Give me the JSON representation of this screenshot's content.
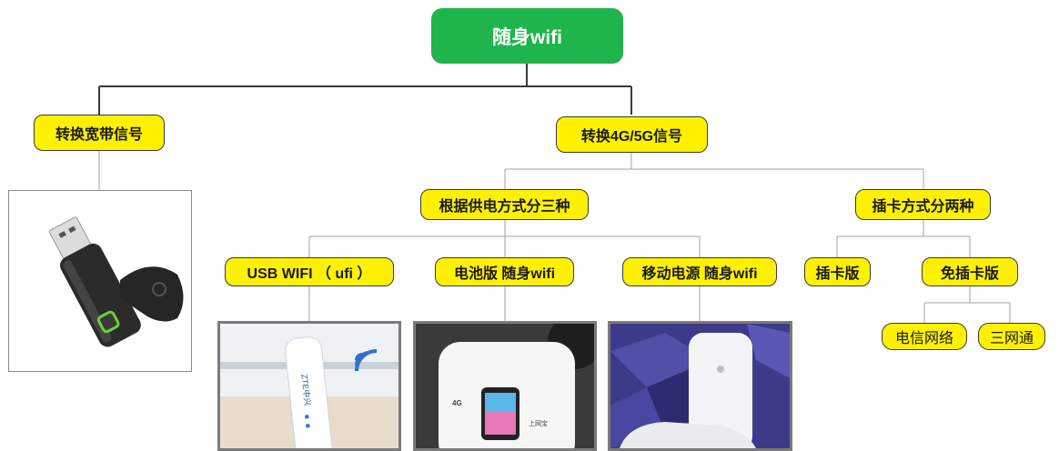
{
  "root": {
    "label": "随身wifi"
  },
  "branches": {
    "broadband": {
      "label": "转换宽带信号"
    },
    "cellular": {
      "label": "转换4G/5G信号"
    }
  },
  "cellular_children": {
    "power": {
      "label": "根据供电方式分三种"
    },
    "card": {
      "label": "插卡方式分两种"
    }
  },
  "power_types": [
    {
      "label": "USB WIFI （ ufi ）"
    },
    {
      "label": "电池版  随身wifi"
    },
    {
      "label": "移动电源  随身wifi"
    }
  ],
  "card_types": [
    {
      "label": "插卡版"
    },
    {
      "label": "免插卡版"
    }
  ],
  "no_card_types": [
    {
      "label": "电信网络"
    },
    {
      "label": "三网通"
    }
  ],
  "photo_text": {
    "zte_logo": "ZTE中兴",
    "battery_4g": "4G",
    "battery_brand": "上网宝"
  },
  "colors": {
    "root": "#1fb54c",
    "node": "#fff100",
    "line": "#3a3a3a",
    "thin_line": "#a0a0a0"
  }
}
